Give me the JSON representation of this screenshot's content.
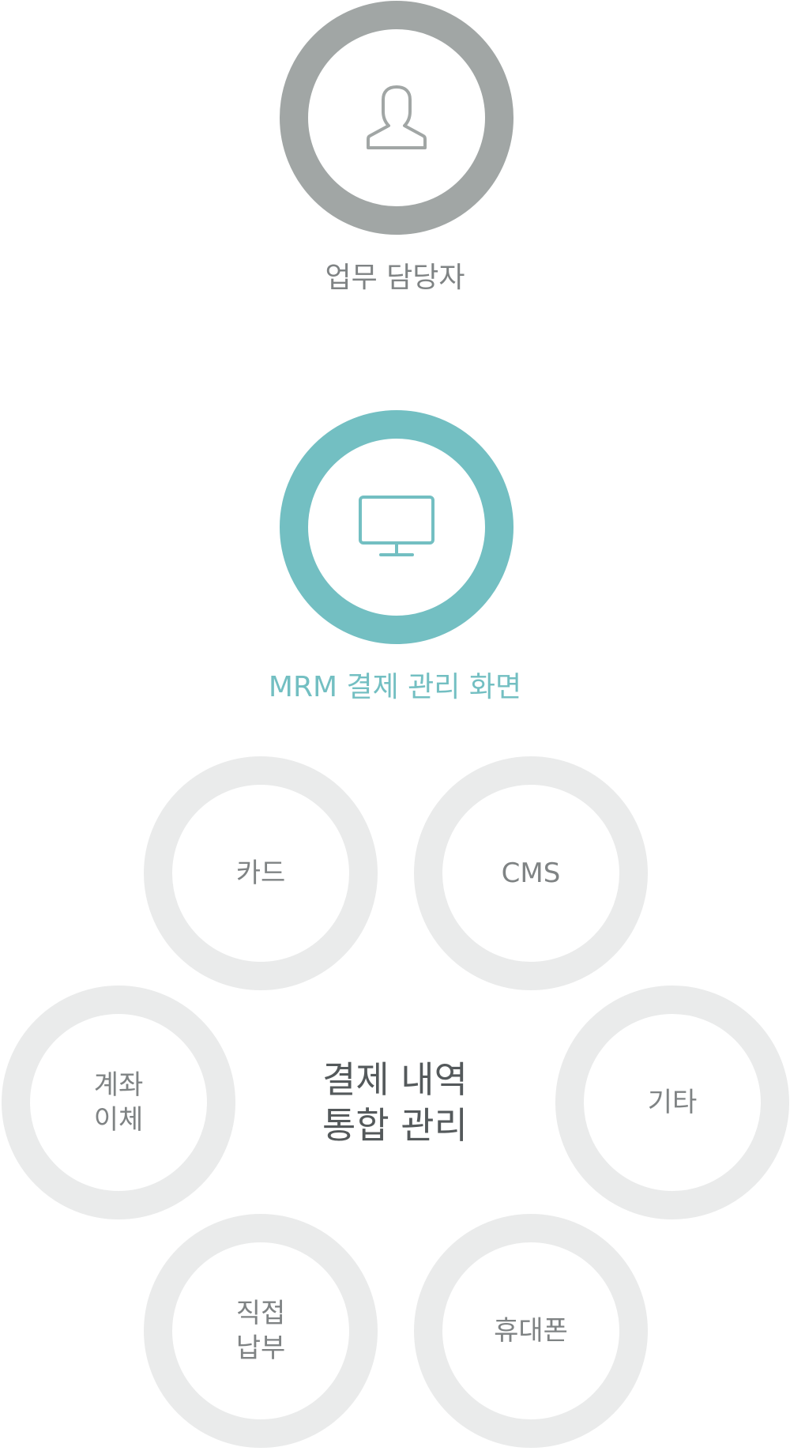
{
  "person": {
    "caption": "업무 담당자",
    "icon": "user-icon",
    "color": "#a1a6a5"
  },
  "screen": {
    "caption": "MRM 결제 관리 화면",
    "icon": "monitor-icon",
    "color": "#73bfc2"
  },
  "center": {
    "title": "결제 내역\n통합 관리"
  },
  "methods": {
    "card": "카드",
    "cms": "CMS",
    "account_transfer": "계좌\n이체",
    "other": "기타",
    "direct_payment": "직접\n납부",
    "mobile": "휴대폰"
  }
}
